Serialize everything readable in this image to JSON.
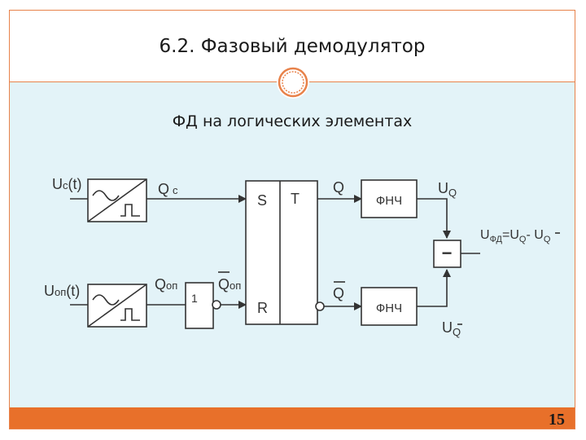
{
  "slide": {
    "title": "6.2. Фазовый демодулятор",
    "subtitle": "ФД на логических элементах",
    "page_number": "15"
  },
  "diagram": {
    "inputs": {
      "uc": {
        "main": "U",
        "sub": "c",
        "suffix": "(t)"
      },
      "uop": {
        "main": "U",
        "sub": "оп",
        "suffix": "(t)"
      }
    },
    "signals": {
      "qc": {
        "main": "Q",
        "sub": "c"
      },
      "qop": {
        "main": "Q",
        "sub": "оп"
      },
      "qop_inv": {
        "main": "Q",
        "sub": "оп"
      },
      "q": "Q",
      "q_inv": "Q"
    },
    "inverter_label": "1",
    "trigger": {
      "s": "S",
      "r": "R",
      "t": "T"
    },
    "filters": {
      "top": "ФНЧ",
      "bottom": "ФНЧ"
    },
    "outputs": {
      "uq": {
        "main": "U",
        "sub": "Q"
      },
      "uq_inv": {
        "main": "U",
        "sub": "Q"
      },
      "subtractor": "−",
      "result": {
        "main": "U",
        "sub": "ФД",
        "eq": "=U",
        "sub2": "Q",
        "minus": "- U",
        "sub3": "Q"
      }
    }
  },
  "colors": {
    "accent": "#e8702a",
    "border": "#e8824a",
    "content_bg": "#e3f3f8",
    "line": "#333333"
  }
}
